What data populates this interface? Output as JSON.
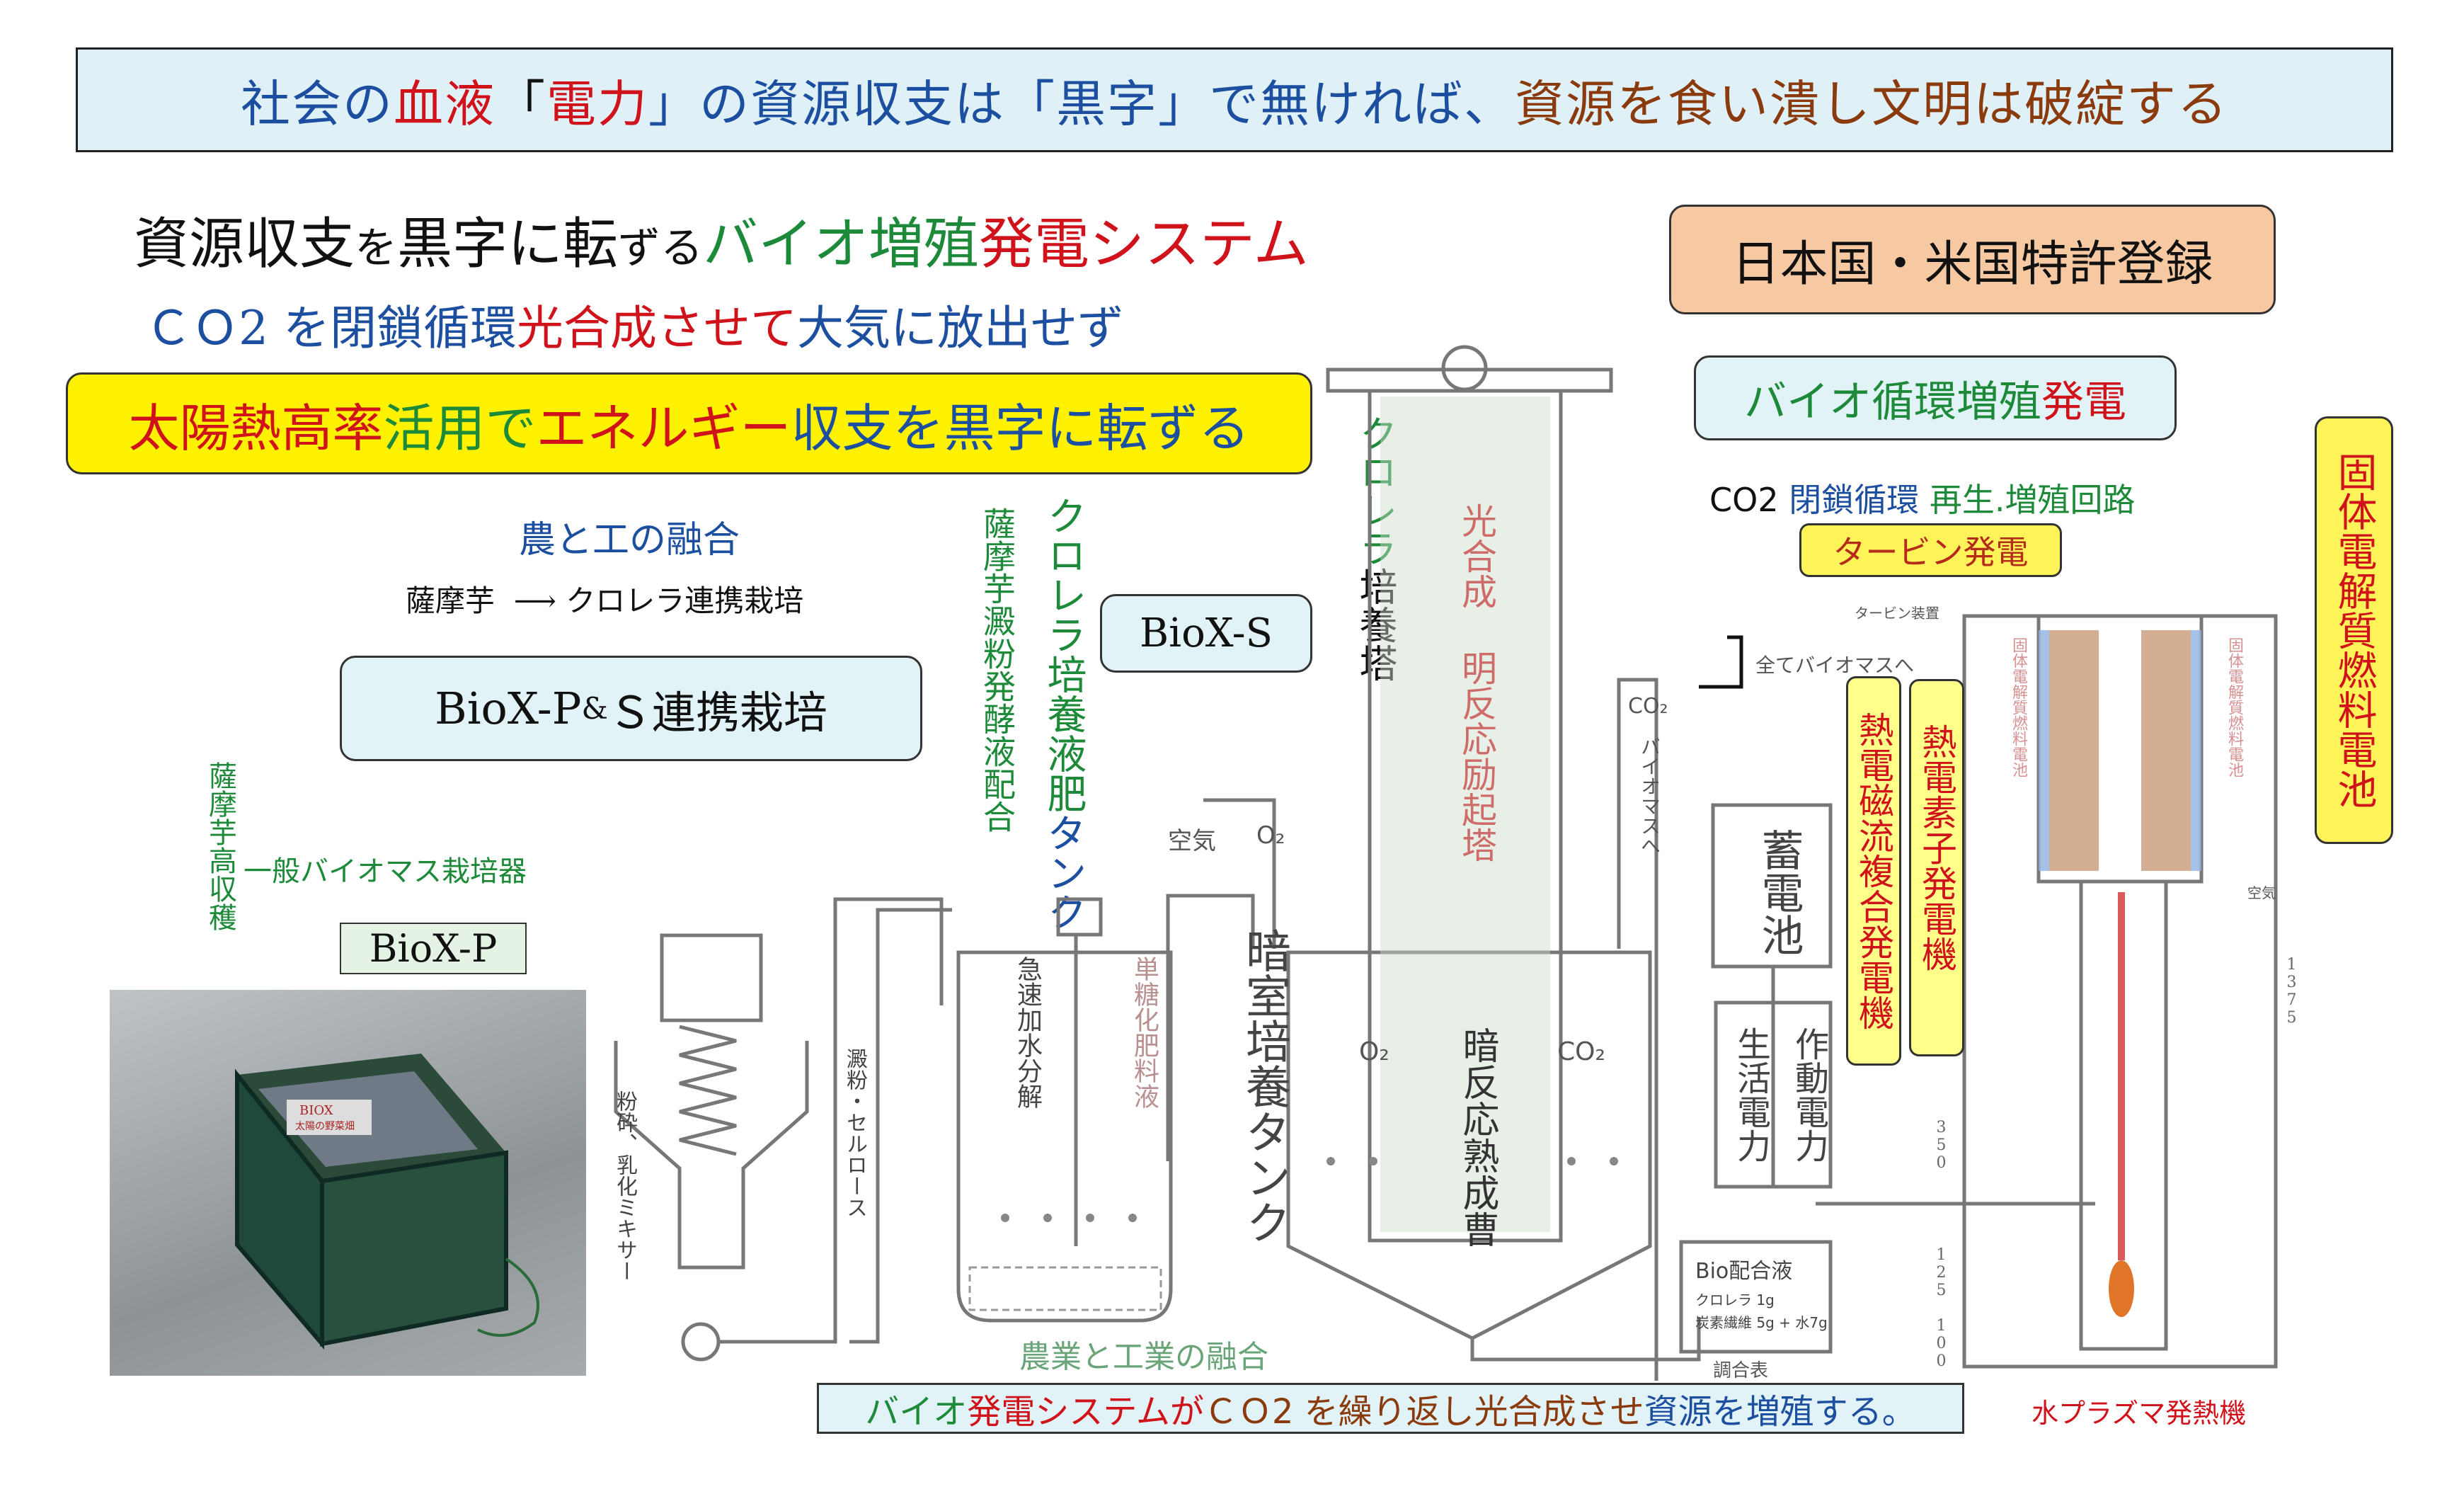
{
  "banner": {
    "p1": "社会の",
    "p2": "血液",
    "p3": "「",
    "p4": "電力",
    "p5": "」の資源収支は「黒字」で無ければ、",
    "p6": "資源を食い潰し文明は破綻する"
  },
  "title": {
    "p1": "資源収支",
    "p2": "を",
    "p3": "黒字に転",
    "p4": "ずる",
    "p5": "バイオ増殖",
    "p6": "発電システム"
  },
  "subtitle": {
    "p1": "ＣＯ2 を閉鎖循環",
    "p2": "光合成させて",
    "p3": "大気に放出せず"
  },
  "yellow_box": {
    "p1": "太陽熱高率",
    "p2": "活用で",
    "p3": "エネルギー",
    "p4": "収支",
    "p5": "を黒字に転ずる"
  },
  "patent": "日本国・米国特許登録",
  "bio_cycle": {
    "p1": "バイオ循環増殖",
    "p2": "発電"
  },
  "co2_loop": {
    "p1": "CO2 ",
    "p2": "閉鎖循環",
    "p3": "  再生.増殖回路"
  },
  "turbine": "タービン発電",
  "fuel_cell": "固体電解質燃料電池",
  "agri_industry": "農と工の融合",
  "flow": {
    "from": "薩摩芋",
    "arrow": "⟶",
    "to": "クロレラ連携栽培"
  },
  "biox_ps": {
    "p1": "BioX-P ",
    "p2": "&",
    "p3": " Ｓ連携栽培"
  },
  "biox_s": "BioX-S",
  "biox_p": "BioX-P",
  "starch_mix": "薩摩芋澱粉発酵液配合",
  "chlorella_tank": {
    "p1": "クロレラ培養液肥",
    "p2": "タンク"
  },
  "chlorella_tower": {
    "p1": "クロレラ",
    "p2": "培養塔"
  },
  "light_tower": "光合成 明反応励起塔",
  "sweet_potato_yield": "薩摩芋高収穫",
  "general_biomass": "一般バイオマス栽培器",
  "photo_label": {
    "p1": "BIOX",
    "p2": "太陽の野菜畑"
  },
  "diagram": {
    "air": "空気",
    "o2": "O₂",
    "dark_tank": "暗室培養タンク",
    "hydrolysis": "急速加水分解",
    "sugar_liquid": "単糖化肥料液",
    "tank_o2": "O₂",
    "tank_co2": "CO₂",
    "dark_reaction": "暗反応熟成曹",
    "fusion": "農業と工業の融合",
    "mixer": "粉砕、乳化ミキサー",
    "starch": "澱粉・セルロース",
    "co2_pipe": "CO₂",
    "to_biomass": "バイオマスへ",
    "all_biomass": "全てバイオマスへ",
    "turbine_label": "タービン装置",
    "battery": "蓄電池",
    "life_power": "生活電力",
    "drive_power": "作動電力",
    "mhd": "熱電磁流複合発電機",
    "thermo": "熱電素子発電機",
    "bio_mix": "Bio配合液",
    "mix_line1": "クロレラ  1g",
    "mix_line2": "炭素繊維 5g + 水7g",
    "mix_table": "調合表",
    "fc_left": "固体電解質燃料電池",
    "fc_right": "固体電解質燃料電池",
    "air_right": "空気",
    "dim1": "350",
    "dim2": "125",
    "dim3": "100",
    "dim4": "1375"
  },
  "bottom_banner": {
    "p1": "バイオ ",
    "p2": "発電システムが ",
    "p3": "ＣＯ2 を繰り返し光合成させ",
    "p4": "資源を増殖する。"
  },
  "plasma": "水プラズマ発熱機"
}
